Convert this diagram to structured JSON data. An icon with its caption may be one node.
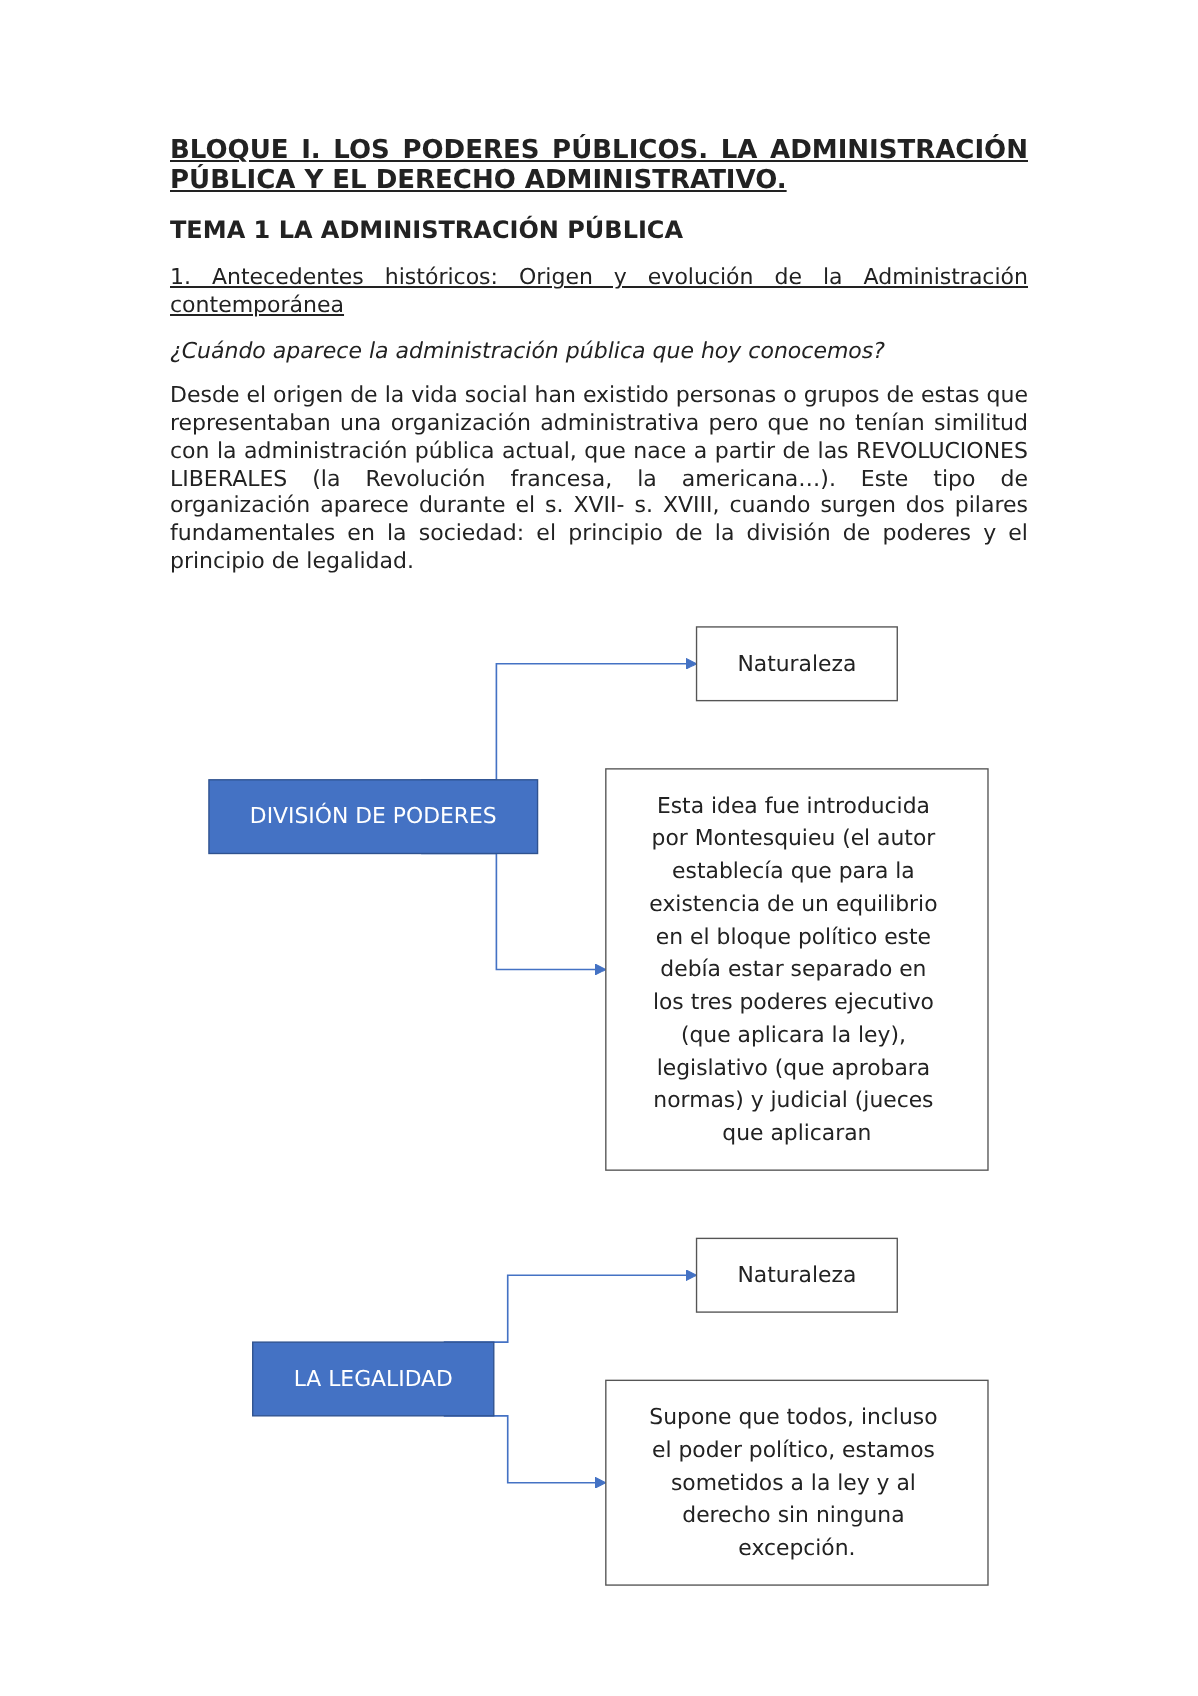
{
  "diagram": {
    "title": "BLOQUE I. LOS PODERES PÚBLICOS. LA ADMINISTRACIÓN PÚBLICA Y EL DERECHO ADMINISTRATIVO.",
    "nodes": [
      {
        "text": [
          "DIVISIÓN DE PODERES"
        ]
      },
      {
        "text": [
          "Naturaleza"
        ]
      },
      {
        "text": [
          "Esta idea fue introducida por Montesquieu (el autor establecía que para la existencia de un equilibrio en el bloque político este debía estar separado en los tres poderes ejecutivo (que aplicara la ley), legislativo (que aprobara normas) y judicial (jueces que aplicaran"
        ]
      },
      {
        "text": [
          "LA LEGALIDAD"
        ]
      },
      {
        "text": [
          "Naturaleza"
        ]
      },
      {
        "text": [
          "Supone que todos, incluso el poder político, estamos sometidos a la ley y al derecho sin ninguna excepción."
        ]
      }
    ],
    "edges": [
      {
        "from": 0,
        "to": 1,
        "arrow": "to"
      },
      {
        "from": 0,
        "to": 2,
        "arrow": "to"
      },
      {
        "from": 3,
        "to": 4,
        "arrow": "to"
      },
      {
        "from": 3,
        "to": 5,
        "arrow": "to"
      }
    ],
    "labels": [
      "TEMA 1 LA ADMINISTRACIÓN PÚBLICA",
      "1. Antecedentes históricos: Origen y evolución de la Administración contemporánea",
      "¿Cuándo aparece la administración pública que hoy conocemos?",
      "Desde el origen de la vida social han existido personas o grupos de estas que representaban una organización administrativa pero que no tenían similitud con la administración pública actual, que nace a partir de las REVOLUCIONES LIBERALES (la Revolución francesa, la americana…). Este tipo de organización aparece durante el s. XVII- s. XVIII, cuando surgen dos pilares fundamentales en la sociedad: el principio de la división de poderes y el principio de legalidad."
    ]
  }
}
